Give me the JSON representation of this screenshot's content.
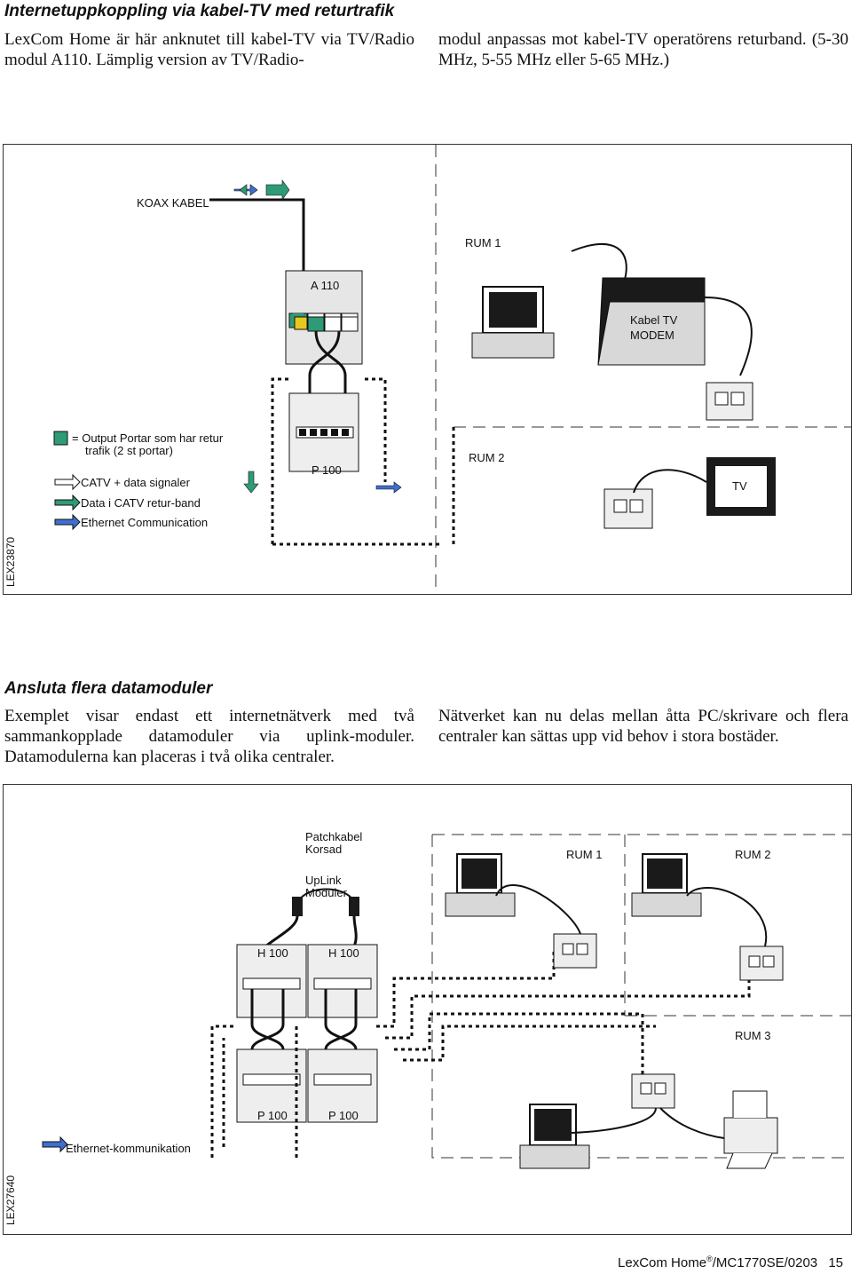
{
  "section1": {
    "heading": "Internetuppkoppling via kabel-TV med returtrafik",
    "col1": "LexCom Home är här anknutet till kabel-TV via TV/Radio modul A110. Lämplig version av TV/Radio-",
    "col2": "modul anpassas mot kabel-TV operatörens returband. (5-30 MHz, 5-55 MHz eller 5-65 MHz.)"
  },
  "figure1": {
    "koax": "KOAX KABEL",
    "rum1": "RUM 1",
    "rum2": "RUM 2",
    "a110": "A 110",
    "modem_line1": "Kabel TV",
    "modem_line2": "MODEM",
    "p100": "P 100",
    "tv": "TV",
    "legend_output_line1": "= Output Portar som har retur",
    "legend_output_line2": "trafik (2 st portar)",
    "legend_catv": "CATV + data signaler",
    "legend_data": "Data i CATV retur-band",
    "legend_ethernet": "Ethernet Communication",
    "code": "LEX23870"
  },
  "section2": {
    "heading": "Ansluta flera datamoduler",
    "col1": "Exemplet visar endast ett internetnätverk med två sammankopplade datamoduler via uplink-moduler. Datamodulerna kan placeras i två olika centraler.",
    "col2": "Nätverket kan nu delas mellan åtta PC/skrivare och flera centraler kan sättas upp vid behov i stora bostäder."
  },
  "figure2": {
    "patch_line1": "Patchkabel",
    "patch_line2": "Korsad",
    "uplink_line1": "UpLink",
    "uplink_line2": "Moduler",
    "rum1": "RUM 1",
    "rum2": "RUM 2",
    "rum3": "RUM 3",
    "h100_a": "H 100",
    "h100_b": "H 100",
    "p100_a": "P 100",
    "p100_b": "P 100",
    "legend_ethernet": "Ethernet-kommunikation",
    "code": "LEX27640"
  },
  "footer": {
    "brand": "LexCom Home",
    "reg": "®",
    "doc": "/MC1770SE/0203",
    "page": "15"
  },
  "colors": {
    "green": "#2f9a78",
    "blue": "#3f6fd0",
    "yellow": "#e9c81e",
    "dark": "#1a1a1a",
    "grey": "#d8d8d8"
  }
}
